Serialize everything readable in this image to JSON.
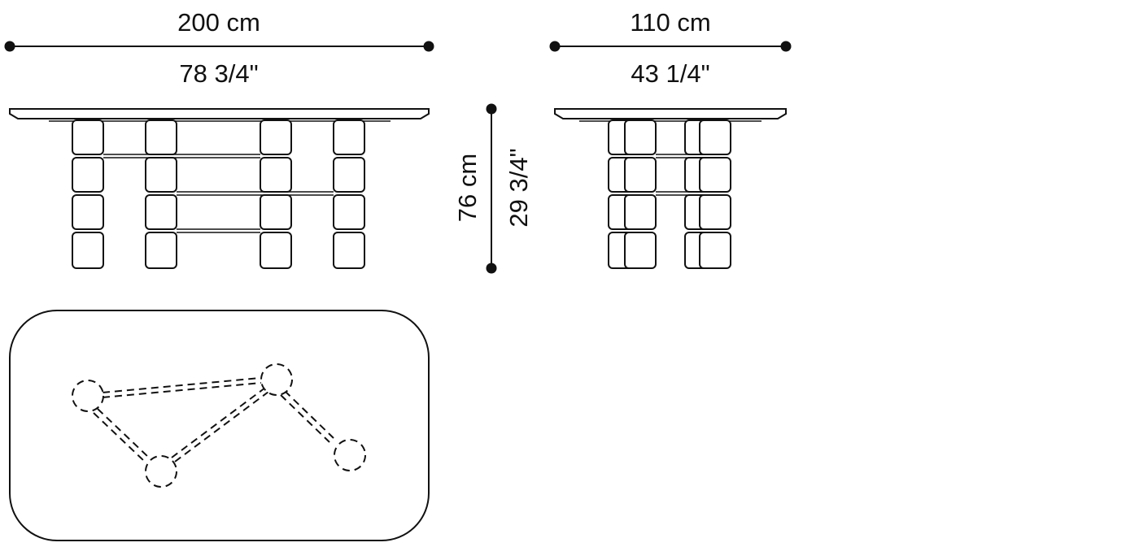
{
  "dimensions": {
    "length_cm": "200 cm",
    "length_in": "78 3/4\"",
    "depth_cm": "110 cm",
    "depth_in": "43 1/4\"",
    "height_cm": "76 cm",
    "height_in": "29 3/4\""
  },
  "style": {
    "line_color": "#111111",
    "background": "#ffffff"
  }
}
